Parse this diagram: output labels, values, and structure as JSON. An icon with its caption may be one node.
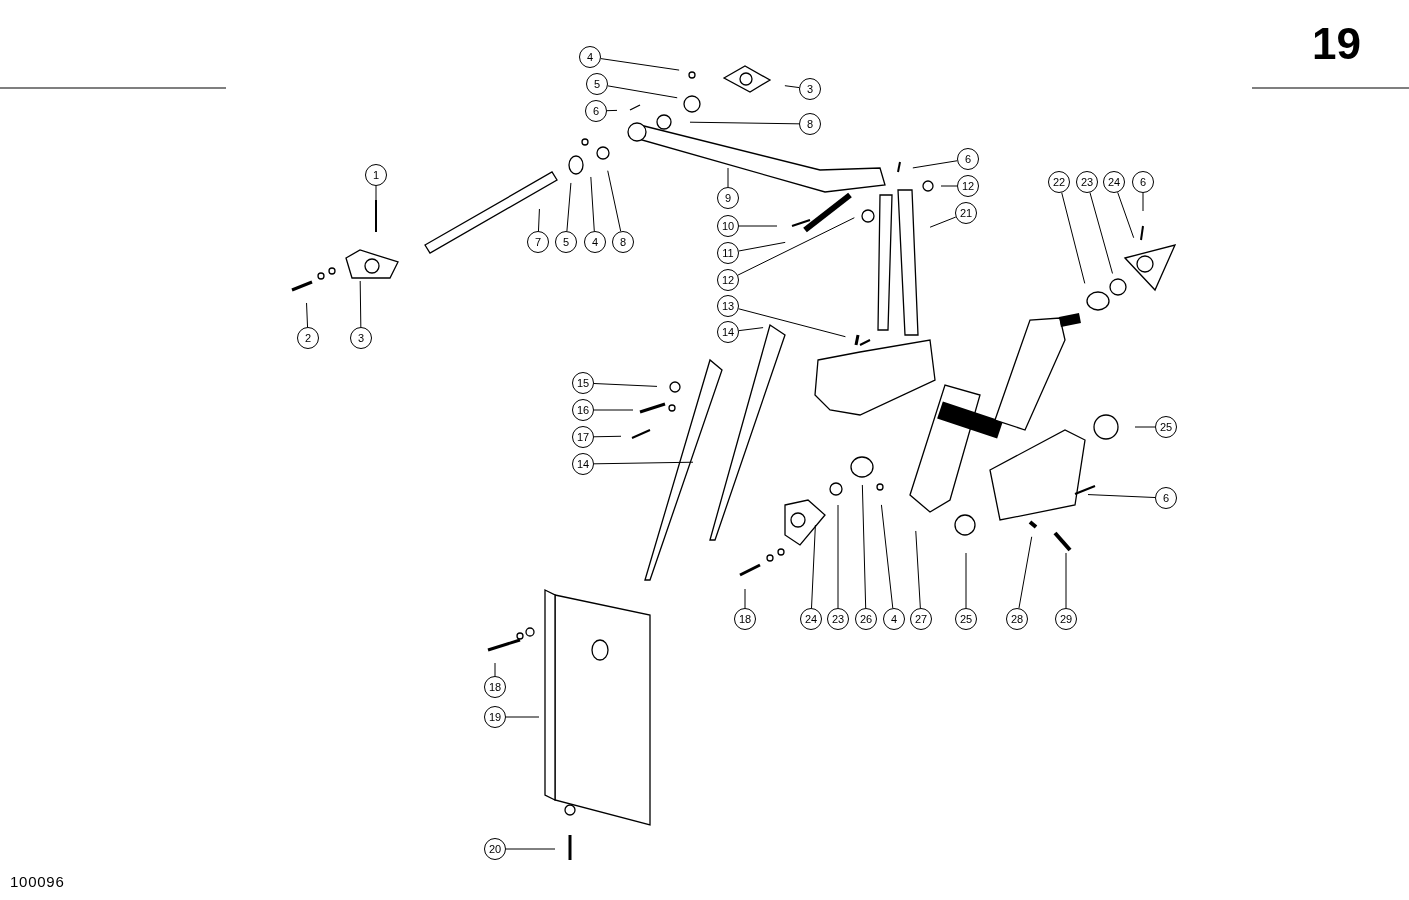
{
  "diagram": {
    "nodes": [
      {
        "text": [
          "4"
        ]
      },
      {
        "text": [
          "5"
        ]
      },
      {
        "text": [
          "3"
        ]
      },
      {
        "text": [
          "6"
        ]
      },
      {
        "text": [
          "8"
        ]
      },
      {
        "text": [
          "1"
        ]
      },
      {
        "text": [
          "9"
        ]
      },
      {
        "text": [
          "6"
        ]
      },
      {
        "text": [
          "12"
        ]
      },
      {
        "text": [
          "21"
        ]
      },
      {
        "text": [
          "22"
        ]
      },
      {
        "text": [
          "23"
        ]
      },
      {
        "text": [
          "24"
        ]
      },
      {
        "text": [
          "6"
        ]
      },
      {
        "text": [
          "7"
        ]
      },
      {
        "text": [
          "5"
        ]
      },
      {
        "text": [
          "4"
        ]
      },
      {
        "text": [
          "8"
        ]
      },
      {
        "text": [
          "10"
        ]
      },
      {
        "text": [
          "11"
        ]
      },
      {
        "text": [
          "12"
        ]
      },
      {
        "text": [
          "13"
        ]
      },
      {
        "text": [
          "14"
        ]
      },
      {
        "text": [
          "2"
        ]
      },
      {
        "text": [
          "3"
        ]
      },
      {
        "text": [
          "15"
        ]
      },
      {
        "text": [
          "16"
        ]
      },
      {
        "text": [
          "17"
        ]
      },
      {
        "text": [
          "14"
        ]
      },
      {
        "text": [
          "25"
        ]
      },
      {
        "text": [
          "6"
        ]
      },
      {
        "text": [
          "18"
        ]
      },
      {
        "text": [
          "24"
        ]
      },
      {
        "text": [
          "23"
        ]
      },
      {
        "text": [
          "26"
        ]
      },
      {
        "text": [
          "4"
        ]
      },
      {
        "text": [
          "27"
        ]
      },
      {
        "text": [
          "25"
        ]
      },
      {
        "text": [
          "28"
        ]
      },
      {
        "text": [
          "29"
        ]
      },
      {
        "text": [
          "18"
        ]
      },
      {
        "text": [
          "19"
        ]
      },
      {
        "text": [
          "20"
        ]
      }
    ],
    "edges": [
      {
        "from": 0,
        "to": null,
        "arrow": "none"
      },
      {
        "from": 1,
        "to": null,
        "arrow": "none"
      },
      {
        "from": 2,
        "to": null,
        "arrow": "none"
      },
      {
        "from": 3,
        "to": null,
        "arrow": "none"
      },
      {
        "from": 4,
        "to": null,
        "arrow": "none"
      },
      {
        "from": 5,
        "to": null,
        "arrow": "none"
      },
      {
        "from": 6,
        "to": null,
        "arrow": "none"
      },
      {
        "from": 7,
        "to": null,
        "arrow": "none"
      },
      {
        "from": 8,
        "to": null,
        "arrow": "none"
      },
      {
        "from": 9,
        "to": null,
        "arrow": "none"
      },
      {
        "from": 10,
        "to": null,
        "arrow": "none"
      },
      {
        "from": 11,
        "to": null,
        "arrow": "none"
      },
      {
        "from": 12,
        "to": null,
        "arrow": "none"
      },
      {
        "from": 13,
        "to": null,
        "arrow": "none"
      },
      {
        "from": 14,
        "to": null,
        "arrow": "none"
      },
      {
        "from": 15,
        "to": null,
        "arrow": "none"
      },
      {
        "from": 16,
        "to": null,
        "arrow": "none"
      },
      {
        "from": 17,
        "to": null,
        "arrow": "none"
      },
      {
        "from": 18,
        "to": null,
        "arrow": "none"
      },
      {
        "from": 19,
        "to": null,
        "arrow": "none"
      },
      {
        "from": 20,
        "to": null,
        "arrow": "none"
      },
      {
        "from": 21,
        "to": null,
        "arrow": "none"
      },
      {
        "from": 22,
        "to": null,
        "arrow": "none"
      },
      {
        "from": 23,
        "to": null,
        "arrow": "none"
      },
      {
        "from": 24,
        "to": null,
        "arrow": "none"
      },
      {
        "from": 25,
        "to": null,
        "arrow": "none"
      },
      {
        "from": 26,
        "to": null,
        "arrow": "none"
      },
      {
        "from": 27,
        "to": null,
        "arrow": "none"
      },
      {
        "from": 28,
        "to": null,
        "arrow": "none"
      },
      {
        "from": 29,
        "to": null,
        "arrow": "none"
      },
      {
        "from": 30,
        "to": null,
        "arrow": "none"
      },
      {
        "from": 31,
        "to": null,
        "arrow": "none"
      },
      {
        "from": 32,
        "to": null,
        "arrow": "none"
      },
      {
        "from": 33,
        "to": null,
        "arrow": "none"
      },
      {
        "from": 34,
        "to": null,
        "arrow": "none"
      },
      {
        "from": 35,
        "to": null,
        "arrow": "none"
      },
      {
        "from": 36,
        "to": null,
        "arrow": "none"
      },
      {
        "from": 37,
        "to": null,
        "arrow": "none"
      },
      {
        "from": 38,
        "to": null,
        "arrow": "none"
      },
      {
        "from": 39,
        "to": null,
        "arrow": "none"
      },
      {
        "from": 40,
        "to": null,
        "arrow": "none"
      },
      {
        "from": 41,
        "to": null,
        "arrow": "none"
      },
      {
        "from": 42,
        "to": null,
        "arrow": "none"
      }
    ],
    "labels": [
      "19",
      "100096"
    ]
  }
}
